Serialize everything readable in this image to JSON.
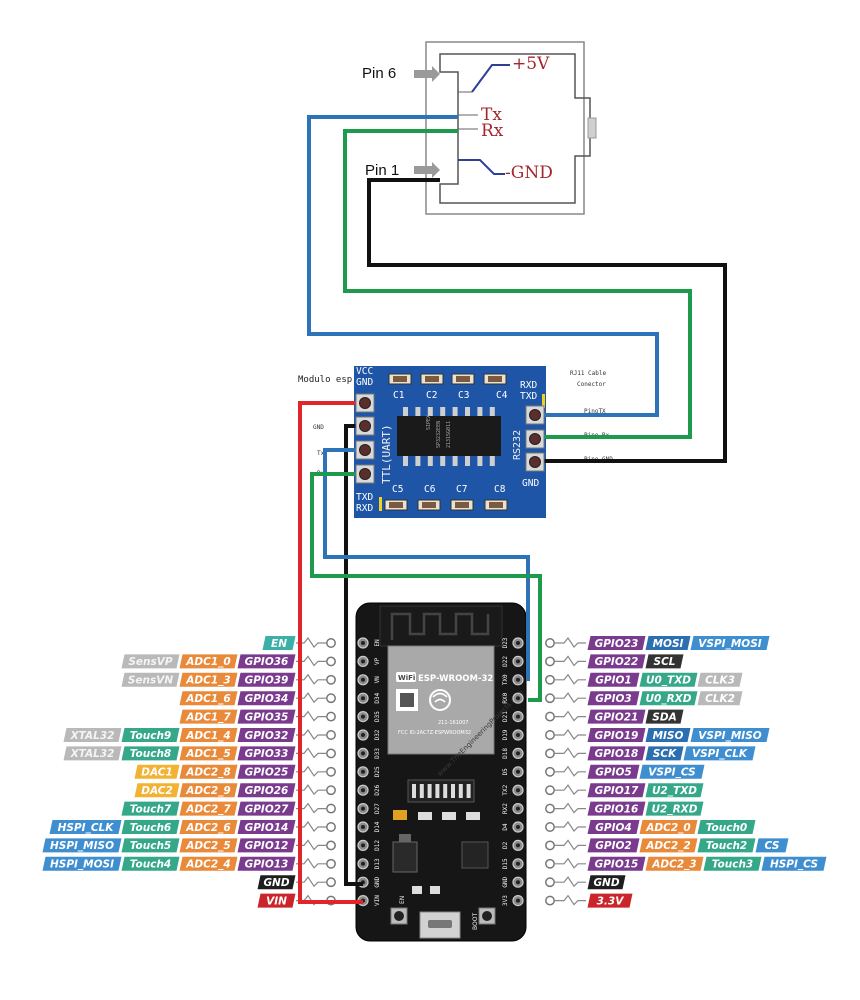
{
  "rj11": {
    "pin6_label": "Pin 6",
    "pin1_label": "Pin 1",
    "plus5v": "+5V",
    "tx": "Tx",
    "rx": "Rx",
    "gnd": "-GND"
  },
  "module": {
    "title": "Modulo esp",
    "ttl_label": "TTL(UART)",
    "rs232_label": "RS232",
    "left_pins": [
      "VCC",
      "GND",
      "TXD",
      "RXD"
    ],
    "right_pins": [
      "RXD",
      "TXD",
      "GND"
    ],
    "caps_top": [
      "C1",
      "C2",
      "C3",
      "C4"
    ],
    "caps_bottom": [
      "C5",
      "C6",
      "C7",
      "C8"
    ],
    "chip_text": [
      "SP3232EEN",
      "2131SG011",
      "SIPEX"
    ],
    "small_wire_labels": [
      "GND",
      "Tx",
      "Rx"
    ],
    "rj11_note": [
      "RJ11 Cable",
      "Conector"
    ],
    "right_wire_labels": [
      "PinoTX",
      "Pino Rx",
      "Pino GND"
    ]
  },
  "esp32": {
    "module_name": "ESP-WROOM-32",
    "module_sub": "FCC ID:2AC7Z-ESPWROOM32",
    "code": "211-161007",
    "watermark": "www.TheEngineeringProjects.com",
    "left_headers": [
      "EN",
      "VP",
      "VN",
      "D34",
      "D35",
      "D32",
      "D33",
      "D25",
      "D26",
      "D27",
      "D14",
      "D12",
      "D13",
      "GND",
      "VIN"
    ],
    "right_headers": [
      "D23",
      "D22",
      "TX0",
      "RX0",
      "D21",
      "D19",
      "D18",
      "D5",
      "TX2",
      "RX2",
      "D4",
      "D2",
      "D15",
      "GND",
      "3V3"
    ],
    "en_button": "EN",
    "boot_button": "BOOT"
  },
  "left_pins": [
    {
      "labels": [
        {
          "t": "EN",
          "c": "teal"
        }
      ]
    },
    {
      "labels": [
        {
          "t": "SensVP",
          "c": "gray"
        },
        {
          "t": "ADC1_0",
          "c": "orange"
        },
        {
          "t": "GPIO36",
          "c": "purple"
        }
      ]
    },
    {
      "labels": [
        {
          "t": "SensVN",
          "c": "gray"
        },
        {
          "t": "ADC1_3",
          "c": "orange"
        },
        {
          "t": "GPIO39",
          "c": "purple"
        }
      ]
    },
    {
      "labels": [
        {
          "t": "ADC1_6",
          "c": "orange"
        },
        {
          "t": "GPIO34",
          "c": "purple"
        }
      ]
    },
    {
      "labels": [
        {
          "t": "ADC1_7",
          "c": "orange"
        },
        {
          "t": "GPIO35",
          "c": "purple"
        }
      ]
    },
    {
      "labels": [
        {
          "t": "XTAL32",
          "c": "gray"
        },
        {
          "t": "Touch9",
          "c": "green"
        },
        {
          "t": "ADC1_4",
          "c": "orange"
        },
        {
          "t": "GPIO32",
          "c": "purple"
        }
      ]
    },
    {
      "labels": [
        {
          "t": "XTAL32",
          "c": "gray"
        },
        {
          "t": "Touch8",
          "c": "green"
        },
        {
          "t": "ADC1_5",
          "c": "orange"
        },
        {
          "t": "GPIO33",
          "c": "purple"
        }
      ]
    },
    {
      "labels": [
        {
          "t": "DAC1",
          "c": "yellow"
        },
        {
          "t": "ADC2_8",
          "c": "orange"
        },
        {
          "t": "GPIO25",
          "c": "purple"
        }
      ]
    },
    {
      "labels": [
        {
          "t": "DAC2",
          "c": "yellow"
        },
        {
          "t": "ADC2_9",
          "c": "orange"
        },
        {
          "t": "GPIO26",
          "c": "purple"
        }
      ]
    },
    {
      "labels": [
        {
          "t": "Touch7",
          "c": "green"
        },
        {
          "t": "ADC2_7",
          "c": "orange"
        },
        {
          "t": "GPIO27",
          "c": "purple"
        }
      ]
    },
    {
      "labels": [
        {
          "t": "HSPI_CLK",
          "c": "blue"
        },
        {
          "t": "Touch6",
          "c": "green"
        },
        {
          "t": "ADC2_6",
          "c": "orange"
        },
        {
          "t": "GPIO14",
          "c": "purple"
        }
      ]
    },
    {
      "labels": [
        {
          "t": "HSPI_MISO",
          "c": "blue"
        },
        {
          "t": "Touch5",
          "c": "green"
        },
        {
          "t": "ADC2_5",
          "c": "orange"
        },
        {
          "t": "GPIO12",
          "c": "purple"
        }
      ]
    },
    {
      "labels": [
        {
          "t": "HSPI_MOSI",
          "c": "blue"
        },
        {
          "t": "Touch4",
          "c": "green"
        },
        {
          "t": "ADC2_4",
          "c": "orange"
        },
        {
          "t": "GPIO13",
          "c": "purple"
        }
      ]
    },
    {
      "labels": [
        {
          "t": "GND",
          "c": "black"
        }
      ]
    },
    {
      "labels": [
        {
          "t": "VIN",
          "c": "red"
        }
      ]
    }
  ],
  "right_pins": [
    {
      "labels": [
        {
          "t": "GPIO23",
          "c": "purple"
        },
        {
          "t": "MOSI",
          "c": "darkblue"
        },
        {
          "t": "VSPI_MOSI",
          "c": "blue"
        }
      ]
    },
    {
      "labels": [
        {
          "t": "GPIO22",
          "c": "purple"
        },
        {
          "t": "SCL",
          "c": "dark"
        }
      ]
    },
    {
      "labels": [
        {
          "t": "GPIO1",
          "c": "purple"
        },
        {
          "t": "U0_TXD",
          "c": "green"
        },
        {
          "t": "CLK3",
          "c": "gray"
        }
      ]
    },
    {
      "labels": [
        {
          "t": "GPIO3",
          "c": "purple"
        },
        {
          "t": "U0_RXD",
          "c": "green"
        },
        {
          "t": "CLK2",
          "c": "gray"
        }
      ]
    },
    {
      "labels": [
        {
          "t": "GPIO21",
          "c": "purple"
        },
        {
          "t": "SDA",
          "c": "dark"
        }
      ]
    },
    {
      "labels": [
        {
          "t": "GPIO19",
          "c": "purple"
        },
        {
          "t": "MISO",
          "c": "darkblue"
        },
        {
          "t": "VSPI_MISO",
          "c": "blue"
        }
      ]
    },
    {
      "labels": [
        {
          "t": "GPIO18",
          "c": "purple"
        },
        {
          "t": "SCK",
          "c": "darkblue"
        },
        {
          "t": "VSPI_CLK",
          "c": "blue"
        }
      ]
    },
    {
      "labels": [
        {
          "t": "GPIO5",
          "c": "purple"
        },
        {
          "t": "VSPI_CS",
          "c": "blue"
        }
      ]
    },
    {
      "labels": [
        {
          "t": "GPIO17",
          "c": "purple"
        },
        {
          "t": "U2_TXD",
          "c": "green"
        }
      ]
    },
    {
      "labels": [
        {
          "t": "GPIO16",
          "c": "purple"
        },
        {
          "t": "U2_RXD",
          "c": "green"
        }
      ]
    },
    {
      "labels": [
        {
          "t": "GPIO4",
          "c": "purple"
        },
        {
          "t": "ADC2_0",
          "c": "orange"
        },
        {
          "t": "Touch0",
          "c": "green"
        }
      ]
    },
    {
      "labels": [
        {
          "t": "GPIO2",
          "c": "purple"
        },
        {
          "t": "ADC2_2",
          "c": "orange"
        },
        {
          "t": "Touch2",
          "c": "green"
        },
        {
          "t": "CS",
          "c": "blue"
        }
      ]
    },
    {
      "labels": [
        {
          "t": "GPIO15",
          "c": "purple"
        },
        {
          "t": "ADC2_3",
          "c": "orange"
        },
        {
          "t": "Touch3",
          "c": "green"
        },
        {
          "t": "HSPI_CS",
          "c": "blue"
        }
      ]
    },
    {
      "labels": [
        {
          "t": "GND",
          "c": "black"
        }
      ]
    },
    {
      "labels": [
        {
          "t": "3.3V",
          "c": "red"
        }
      ]
    }
  ],
  "colors": {
    "teal": "#3ab0a8",
    "gray": "#b9b9b9",
    "orange": "#e98a3a",
    "purple": "#7a3b8e",
    "green": "#36a88a",
    "yellow": "#f2b233",
    "blue": "#3f8fd0",
    "darkblue": "#2b6fb0",
    "dark": "#333333",
    "black": "#1e1e1e",
    "red": "#c9252b",
    "wire_blue": "#2c73b8",
    "wire_green": "#1d9a4b",
    "wire_black": "#111111",
    "wire_red": "#e0262b",
    "module_blue": "#1f55a6",
    "rj11_red": "#a4262c"
  }
}
